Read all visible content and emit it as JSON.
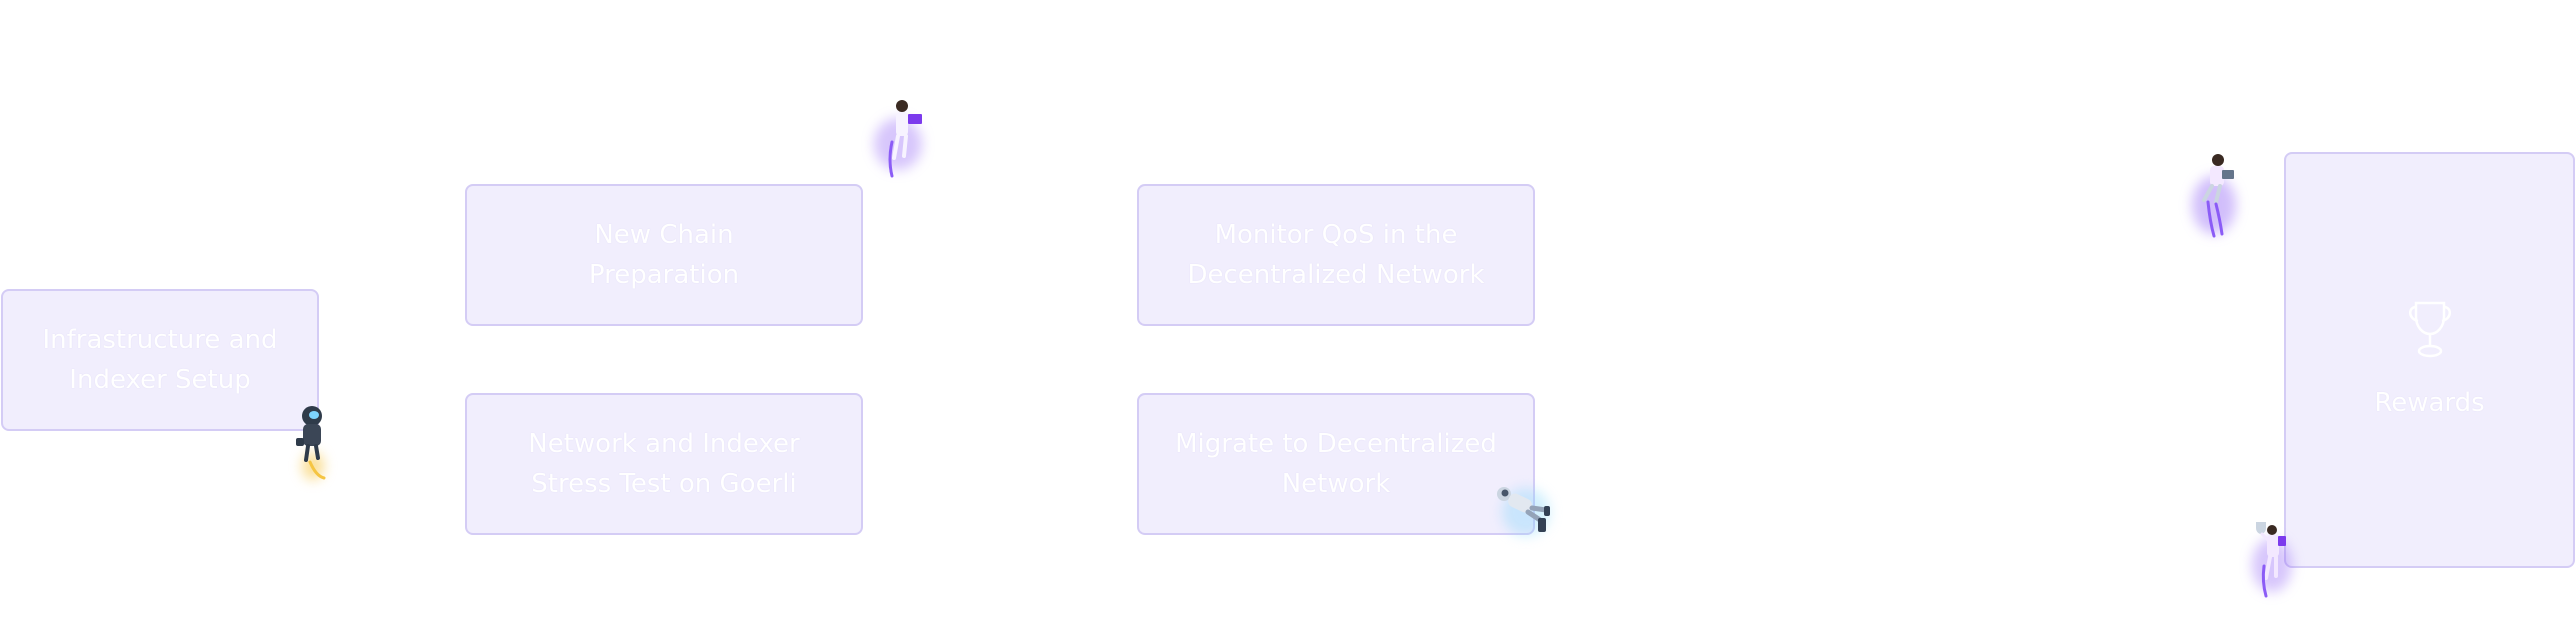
{
  "cards": {
    "infrastructure": "Infrastructure and\nIndexer Setup",
    "new_chain": "New Chain\nPreparation",
    "stress_test": "Network and Indexer\nStress Test on Goerli",
    "monitor_qos": "Monitor QoS in the\nDecentralized Network",
    "migrate": "Migrate to Decentralized\nNetwork",
    "rewards": "Rewards"
  },
  "colors": {
    "card_fill": "#f1eefd",
    "card_border": "#d4ccf5",
    "label": "#ffffff",
    "accent_purple": "#8b5cf6",
    "accent_yellow": "#f5c542",
    "accent_teal": "#7dd3fc"
  },
  "icons": {
    "rewards": "trophy-icon",
    "figures": [
      "jetpack-astronaut-icon",
      "flying-person-laptop-icon",
      "flying-person-tablet-icon",
      "floating-astronaut-icon",
      "flying-person-trophy-icon"
    ]
  }
}
